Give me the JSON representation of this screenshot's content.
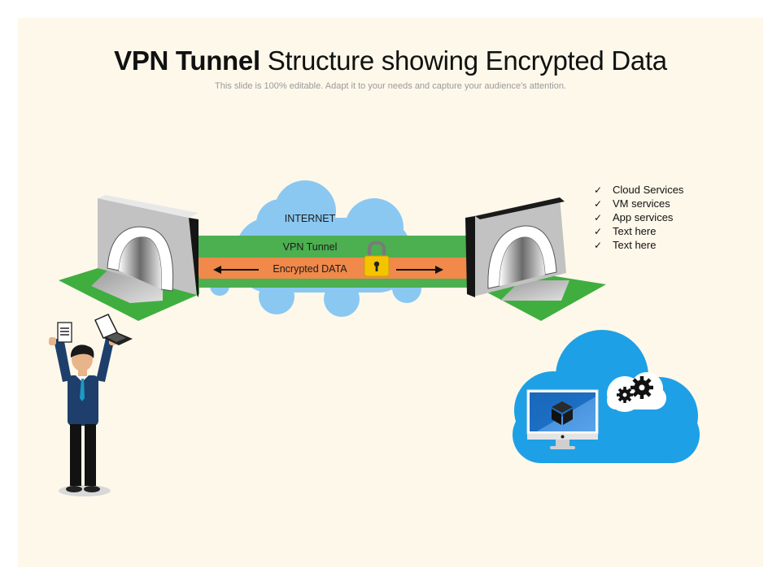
{
  "slide": {
    "title_bold": "VPN Tunnel",
    "title_rest": " Structure showing Encrypted Data",
    "subtitle": "This slide is 100% editable. Adapt it to your needs and capture your audience's attention."
  },
  "diagram": {
    "cloud_label": "INTERNET",
    "tunnel_label": "VPN Tunnel",
    "data_label": "Encrypted DATA"
  },
  "checklist": {
    "tick_glyph": "✓",
    "items": [
      "Cloud Services",
      "VM services",
      "App services",
      "Text here",
      "Text here"
    ]
  },
  "colors": {
    "background": "#fdf8ea",
    "cloud_blue": "#8ac8f2",
    "tunnel_green": "#4caf50",
    "data_orange": "#f0894a",
    "lock_yellow": "#f5c400",
    "server_cloud": "#1ea0e6"
  },
  "icons": [
    "lock-icon",
    "check-icon",
    "gear-icon",
    "cube-icon",
    "laptop-icon",
    "document-icon"
  ]
}
